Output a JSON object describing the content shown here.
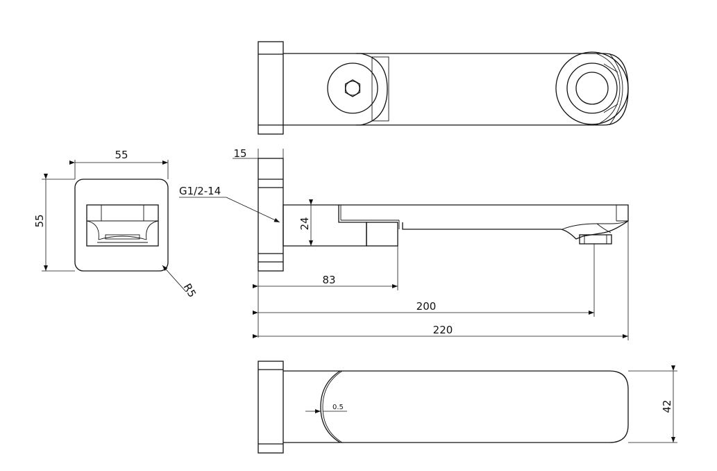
{
  "dimensions": {
    "side_width": "55",
    "side_height": "55",
    "corner_radius": "R5",
    "flange_thickness": "15",
    "thread": "G1/2-14",
    "body_height": "24",
    "d83": "83",
    "d200": "200",
    "d220": "220",
    "bottom_gap": "0.5",
    "bottom_height": "42"
  }
}
